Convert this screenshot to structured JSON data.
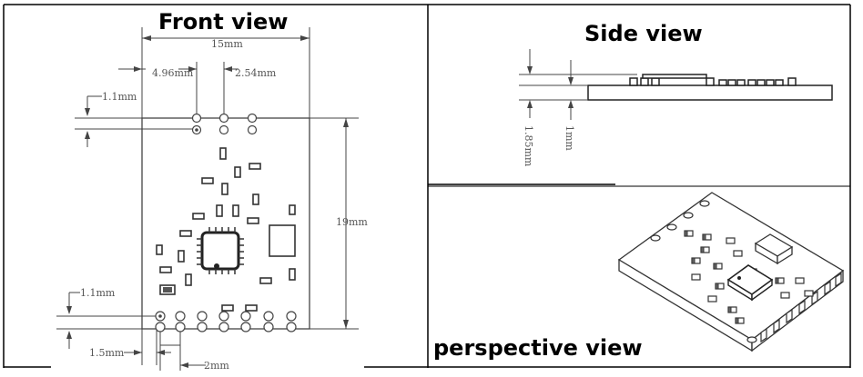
{
  "front": {
    "title": "Front view",
    "dim_width": "15mm",
    "dim_pitch_a": "4.96mm",
    "dim_pitch_b": "2.54mm",
    "dim_top_offset": "1.1mm",
    "dim_height": "19mm",
    "dim_bottom_offset": "1.1mm",
    "dim_left_offset": "1.5mm",
    "dim_pad_pitch": "2mm"
  },
  "side": {
    "title": "Side view",
    "dim_total": "1.85mm",
    "dim_board": "1mm"
  },
  "perspective": {
    "title": "perspective view"
  }
}
